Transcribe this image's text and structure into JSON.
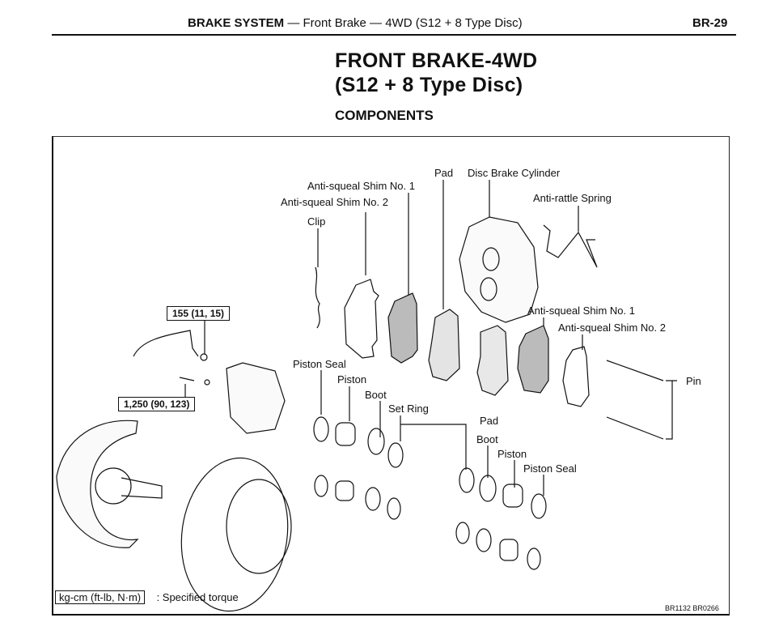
{
  "header": {
    "section": "BRAKE SYSTEM",
    "subsection": " — Front Brake — 4WD (S12 + 8 Type Disc)",
    "page_number": "BR-29"
  },
  "title": {
    "line1": "FRONT BRAKE-4WD",
    "line2": "(S12 + 8 Type Disc)",
    "subtitle": "COMPONENTS"
  },
  "diagram": {
    "labels": {
      "pad_top": "Pad",
      "disc_brake_cylinder": "Disc Brake Cylinder",
      "anti_squeal_shim_1_left": "Anti-squeal Shim No. 1",
      "anti_squeal_shim_2_left": "Anti-squeal Shim No. 2",
      "anti_rattle_spring": "Anti-rattle Spring",
      "clip": "Clip",
      "anti_squeal_shim_1_right": "Anti-squeal Shim No. 1",
      "anti_squeal_shim_2_right": "Anti-squeal Shim No. 2",
      "pin": "Pin",
      "piston_seal_left": "Piston Seal",
      "piston_left": "Piston",
      "boot_left": "Boot",
      "set_ring": "Set Ring",
      "pad_bottom": "Pad",
      "boot_right": "Boot",
      "piston_right": "Piston",
      "piston_seal_right": "Piston Seal"
    },
    "torque_specs": [
      {
        "id": "brake_line",
        "value": "155 (11, 15)"
      },
      {
        "id": "caliper_bolt",
        "value": "1,250 (90, 123)"
      }
    ],
    "legend": {
      "unit_box": "kg-cm (ft-lb, N·m)",
      "description": ":  Specified torque"
    },
    "figure_code": "BR1132 BR0266"
  }
}
